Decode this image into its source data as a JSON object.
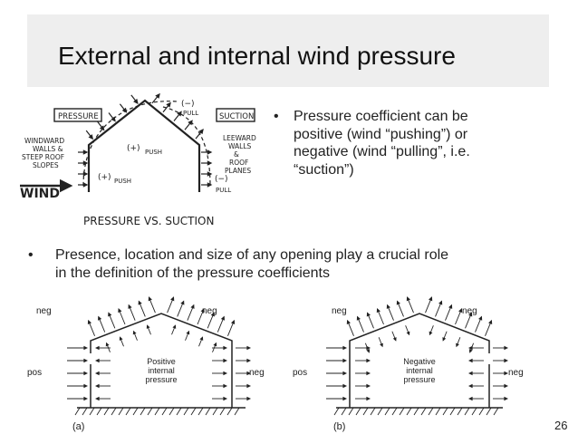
{
  "slide": {
    "title": "External and internal wind pressure",
    "page_number": "26"
  },
  "bullets": [
    {
      "marker": "•",
      "lines": [
        "Pressure coefficient can be",
        "positive (wind “pushing”) or",
        "negative (wind “pulling”, i.e.",
        "“suction”)"
      ]
    },
    {
      "marker": "•",
      "lines": [
        "Presence, location and size of any opening play a crucial role",
        "in the definition of the pressure coefficients"
      ]
    }
  ],
  "sketch": {
    "pressure_label": "PRESSURE",
    "suction_label": "SUCTION",
    "windward_label": [
      "WINDWARD",
      "WALLS &",
      "STEEP ROOF",
      "SLOPES"
    ],
    "leeward_label": [
      "LEEWARD",
      "WALLS",
      "&",
      "ROOF",
      "PLANES"
    ],
    "wind_label": "WIND",
    "caption": "PRESSURE VS. SUCTION",
    "push_sign": "(+)",
    "push_label": "PUSH",
    "pull_sign": "(−)",
    "pull_label": "PULL"
  },
  "diagrams": [
    {
      "neg_label": "neg",
      "pos_label": "pos",
      "inside": [
        "Positive",
        "internal",
        "pressure"
      ],
      "caption": "(a)"
    },
    {
      "neg_label": "neg",
      "pos_label": "pos",
      "inside": [
        "Negative",
        "internal",
        "pressure"
      ],
      "caption": "(b)"
    }
  ]
}
